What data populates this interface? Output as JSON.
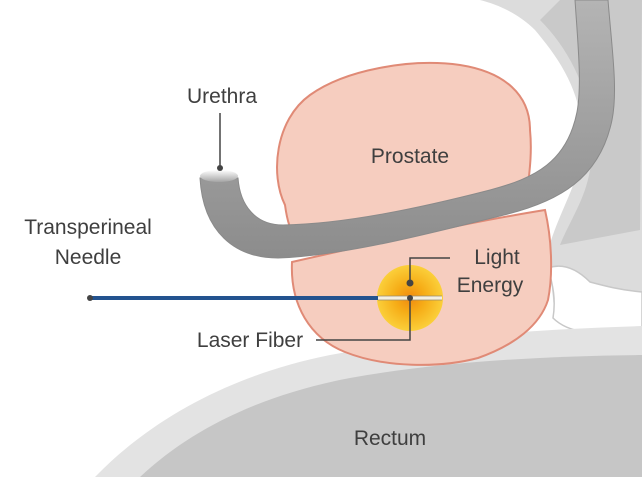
{
  "labels": {
    "urethra": "Urethra",
    "prostate": "Prostate",
    "needle_line1": "Transperineal",
    "needle_line2": "Needle",
    "light_line1": "Light",
    "light_line2": "Energy",
    "laser_fiber": "Laser Fiber",
    "rectum": "Rectum"
  },
  "colors": {
    "prostate_fill": "#f6cdbf",
    "prostate_stroke": "#e08a76",
    "tissue_gray": "#d8d8d8",
    "tissue_gray_light": "#e6e6e6",
    "urethra_fill": "#9d9d9d",
    "needle_blue": "#23538f",
    "light_glow": "#f7b81b",
    "light_core": "#f4a31a",
    "leader_line": "#444444",
    "label_text": "#3f3f3f"
  }
}
